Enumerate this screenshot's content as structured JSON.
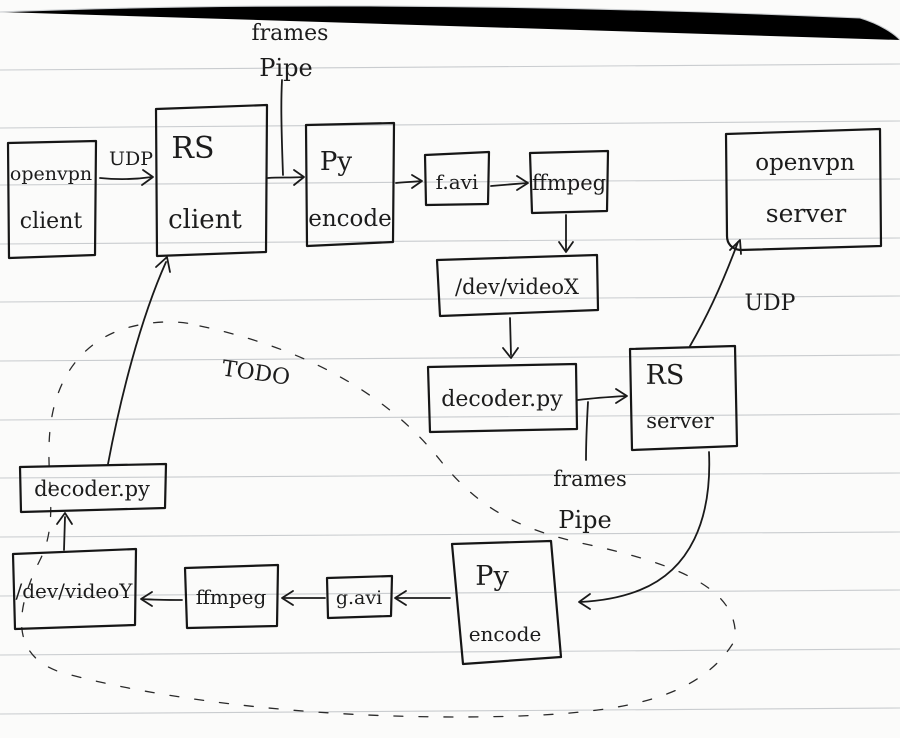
{
  "diagram": {
    "colors": {
      "paper": "#fbfbfa",
      "ink": "#161616",
      "rule": "#c9cccf"
    },
    "nodes": {
      "openvpn_client": {
        "line1": "openvpn",
        "line2": "client"
      },
      "rs_client": {
        "line1": "RS",
        "line2": "client"
      },
      "py_encode_top": {
        "line1": "Py",
        "line2": "encode"
      },
      "f_avi": {
        "label": "f.avi"
      },
      "ffmpeg_top": {
        "label": "ffmpeg"
      },
      "dev_videox": {
        "label": "/dev/videoX"
      },
      "decoder_py_right": {
        "label": "decoder.py"
      },
      "rs_server": {
        "line1": "RS",
        "line2": "server"
      },
      "openvpn_server": {
        "line1": "openvpn",
        "line2": "server"
      },
      "decoder_py_left": {
        "label": "decoder.py"
      },
      "dev_videoy": {
        "label": "/dev/videoY"
      },
      "ffmpeg_bottom": {
        "label": "ffmpeg"
      },
      "g_avi": {
        "label": "g.avi"
      },
      "py_encode_bottom": {
        "line1": "Py",
        "line2": "encode"
      }
    },
    "annotations": {
      "frames_pipe_top": {
        "line1": "frames",
        "line2": "Pipe"
      },
      "frames_pipe_bottom": {
        "line1": "frames",
        "line2": "Pipe"
      },
      "udp_left": "UDP",
      "udp_right": "UDP",
      "todo": "TODO"
    }
  }
}
